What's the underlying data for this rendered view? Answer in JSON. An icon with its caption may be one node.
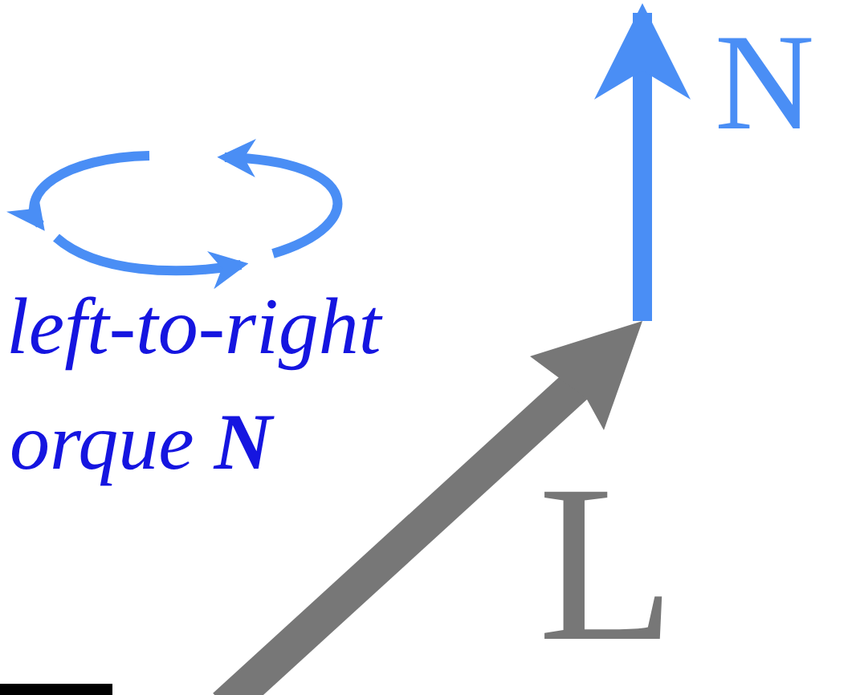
{
  "diagram": {
    "labels": [
      "N",
      "left-to-right",
      "orque **N**",
      "L"
    ]
  }
}
